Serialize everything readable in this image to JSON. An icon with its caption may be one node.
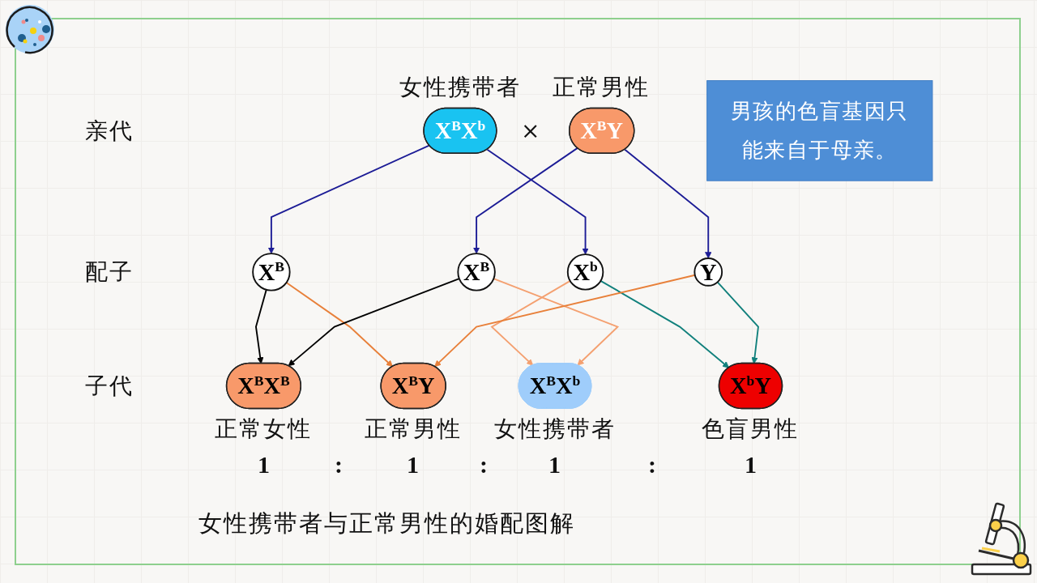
{
  "diagram": {
    "caption": "女性携带者与正常男性的婚配图解",
    "nodes": [
      {
        "text": [
          "X$^{B}$X$^{b}$"
        ],
        "beside": [
          "女性携带者"
        ]
      },
      {
        "text": [
          "X$^{B}$Y"
        ],
        "beside": [
          "正常男性"
        ]
      },
      {
        "text": [
          "X$^{B}$"
        ]
      },
      {
        "text": [
          "X$^{b}$"
        ]
      },
      {
        "text": [
          "X$^{B}$"
        ]
      },
      {
        "text": [
          "Y"
        ]
      },
      {
        "text": [
          "X$^{B}$X$^{B}$"
        ],
        "beside": [
          "正常女性"
        ]
      },
      {
        "text": [
          "X$^{B}$X$^{b}$"
        ],
        "beside": [
          "女性携带者"
        ]
      },
      {
        "text": [
          "X$^{B}$Y"
        ],
        "beside": [
          "正常男性"
        ]
      },
      {
        "text": [
          "X$^{b}$Y"
        ],
        "beside": [
          "色盲男性"
        ]
      },
      {
        "text": [
          "男孩的色盲基因只能来自于母亲。"
        ]
      }
    ],
    "edges": [
      {
        "from": 0,
        "to": 2,
        "arrow": "to"
      },
      {
        "from": 0,
        "to": 3,
        "arrow": "to"
      },
      {
        "from": 1,
        "to": 4,
        "arrow": "to"
      },
      {
        "from": 1,
        "to": 5,
        "arrow": "to"
      },
      {
        "from": 2,
        "to": 6,
        "arrow": "to",
        "color": "#000000"
      },
      {
        "from": 2,
        "to": 8,
        "arrow": "to",
        "color": "#e8803a"
      },
      {
        "from": 3,
        "to": 7,
        "arrow": "to",
        "color": "#f4a070"
      },
      {
        "from": 3,
        "to": 9,
        "arrow": "to",
        "color": "#11807c"
      },
      {
        "from": 4,
        "to": 6,
        "arrow": "to",
        "color": "#000000"
      },
      {
        "from": 4,
        "to": 7,
        "arrow": "to",
        "color": "#f4a070"
      },
      {
        "from": 5,
        "to": 8,
        "arrow": "to",
        "color": "#e8803a"
      },
      {
        "from": 5,
        "to": 9,
        "arrow": "to",
        "color": "#11807c"
      }
    ],
    "labels": [
      "亲代",
      "×",
      "配子",
      "子代",
      "1",
      ":",
      "1",
      ":",
      "1",
      ":",
      "1"
    ]
  }
}
